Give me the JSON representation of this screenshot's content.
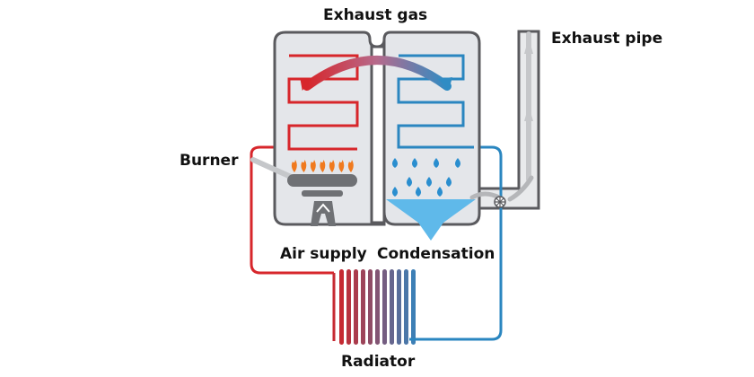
{
  "labels": {
    "exhaust_gas": "Exhaust gas",
    "exhaust_pipe": "Exhaust pipe",
    "burner": "Burner",
    "air_supply": "Air supply",
    "condensation": "Condensation",
    "radiator": "Radiator"
  },
  "colors": {
    "hot": "#d7262b",
    "cold": "#2a86c0",
    "casing_fill": "#e4e6ea",
    "casing_stroke": "#5a5a5e",
    "pipe_fill": "#e9eaec",
    "flame": "#f07a1e",
    "droplet": "#2a8ecf",
    "condensate": "#5fb9ea",
    "burner_body": "#6f7175",
    "gas_feed": "#b7b9bc"
  },
  "icons": [
    "flame-icon",
    "droplet-icon",
    "fan-icon"
  ]
}
